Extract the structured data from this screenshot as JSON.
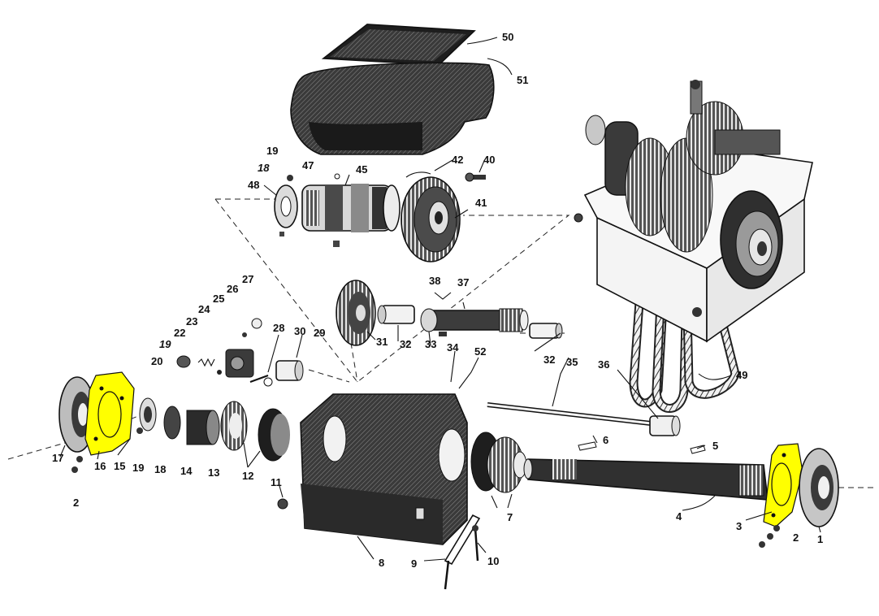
{
  "diagram": {
    "highlight_color": "#ffff00",
    "ink_color": "#111111",
    "labels": [
      {
        "id": "l50",
        "text": "50"
      },
      {
        "id": "l51",
        "text": "51"
      },
      {
        "id": "l19a",
        "text": "19"
      },
      {
        "id": "l18a",
        "text": "18"
      },
      {
        "id": "l47",
        "text": "47"
      },
      {
        "id": "l45",
        "text": "45"
      },
      {
        "id": "l42",
        "text": "42"
      },
      {
        "id": "l40",
        "text": "40"
      },
      {
        "id": "l48",
        "text": "48"
      },
      {
        "id": "l41",
        "text": "41"
      },
      {
        "id": "l38",
        "text": "38"
      },
      {
        "id": "l37",
        "text": "37"
      },
      {
        "id": "l27",
        "text": "27"
      },
      {
        "id": "l26",
        "text": "26"
      },
      {
        "id": "l25",
        "text": "25"
      },
      {
        "id": "l24",
        "text": "24"
      },
      {
        "id": "l23",
        "text": "23"
      },
      {
        "id": "l22",
        "text": "22"
      },
      {
        "id": "l19b",
        "text": "19"
      },
      {
        "id": "l20",
        "text": "20"
      },
      {
        "id": "l28",
        "text": "28"
      },
      {
        "id": "l30",
        "text": "30"
      },
      {
        "id": "l29",
        "text": "29"
      },
      {
        "id": "l31",
        "text": "31"
      },
      {
        "id": "l32a",
        "text": "32"
      },
      {
        "id": "l33",
        "text": "33"
      },
      {
        "id": "l34",
        "text": "34"
      },
      {
        "id": "l52",
        "text": "52"
      },
      {
        "id": "l32b",
        "text": "32"
      },
      {
        "id": "l35",
        "text": "35"
      },
      {
        "id": "l36",
        "text": "36"
      },
      {
        "id": "l49",
        "text": "49"
      },
      {
        "id": "l17",
        "text": "17"
      },
      {
        "id": "l16",
        "text": "16"
      },
      {
        "id": "l15",
        "text": "15"
      },
      {
        "id": "l19c",
        "text": "19"
      },
      {
        "id": "l18b",
        "text": "18"
      },
      {
        "id": "l14",
        "text": "14"
      },
      {
        "id": "l13",
        "text": "13"
      },
      {
        "id": "l12",
        "text": "12"
      },
      {
        "id": "l2a",
        "text": "2"
      },
      {
        "id": "l11",
        "text": "11"
      },
      {
        "id": "l6",
        "text": "6"
      },
      {
        "id": "l5",
        "text": "5"
      },
      {
        "id": "l7",
        "text": "7"
      },
      {
        "id": "l4",
        "text": "4"
      },
      {
        "id": "l3",
        "text": "3"
      },
      {
        "id": "l2b",
        "text": "2"
      },
      {
        "id": "l1",
        "text": "1"
      },
      {
        "id": "l8",
        "text": "8"
      },
      {
        "id": "l9",
        "text": "9"
      },
      {
        "id": "l10",
        "text": "10"
      }
    ]
  }
}
